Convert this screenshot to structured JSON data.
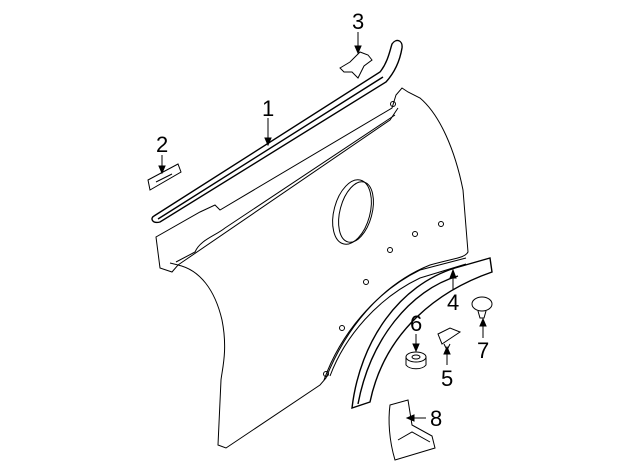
{
  "diagram": {
    "type": "exploded-parts-diagram",
    "subject": "Quarter panel and components",
    "callouts": [
      {
        "id": "1",
        "label": "1",
        "part": "molding strip"
      },
      {
        "id": "2",
        "label": "2",
        "part": "clip"
      },
      {
        "id": "3",
        "label": "3",
        "part": "bracket clip"
      },
      {
        "id": "4",
        "label": "4",
        "part": "wheel opening molding"
      },
      {
        "id": "5",
        "label": "5",
        "part": "retainer clip"
      },
      {
        "id": "6",
        "label": "6",
        "part": "grommet"
      },
      {
        "id": "7",
        "label": "7",
        "part": "push pin"
      },
      {
        "id": "8",
        "label": "8",
        "part": "mud flap"
      }
    ]
  }
}
